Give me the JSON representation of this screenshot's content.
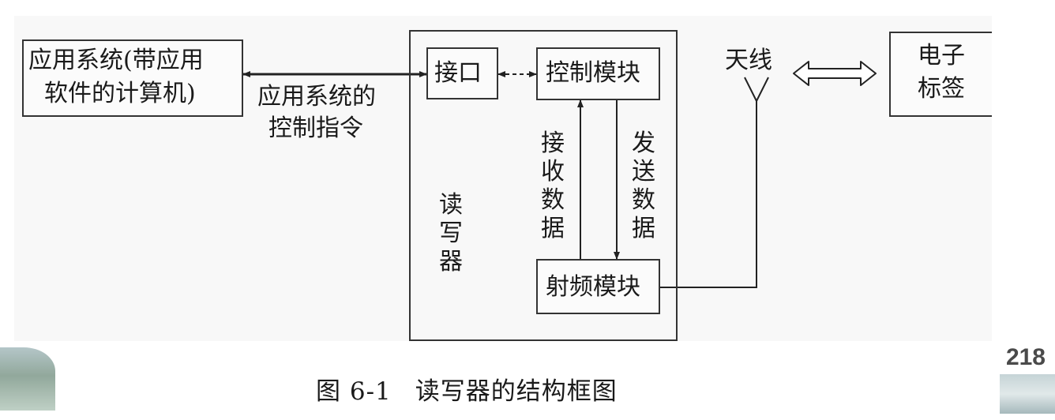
{
  "blocks": {
    "app_system": [
      "应用系统(带应用",
      "软件的计算机)"
    ],
    "interface": "接口",
    "control_module": "控制模块",
    "rf_module": "射频模块",
    "antenna": "天线",
    "tag": [
      "电子",
      "标签"
    ]
  },
  "labels": {
    "control_cmd": [
      "应用系统的",
      "控制指令"
    ],
    "reader": "读写器",
    "receive_data": "接收数据",
    "send_data": "发送数据"
  },
  "caption": {
    "number": "图 6-1",
    "text": "读写器的结构框图"
  },
  "page_number": "218"
}
